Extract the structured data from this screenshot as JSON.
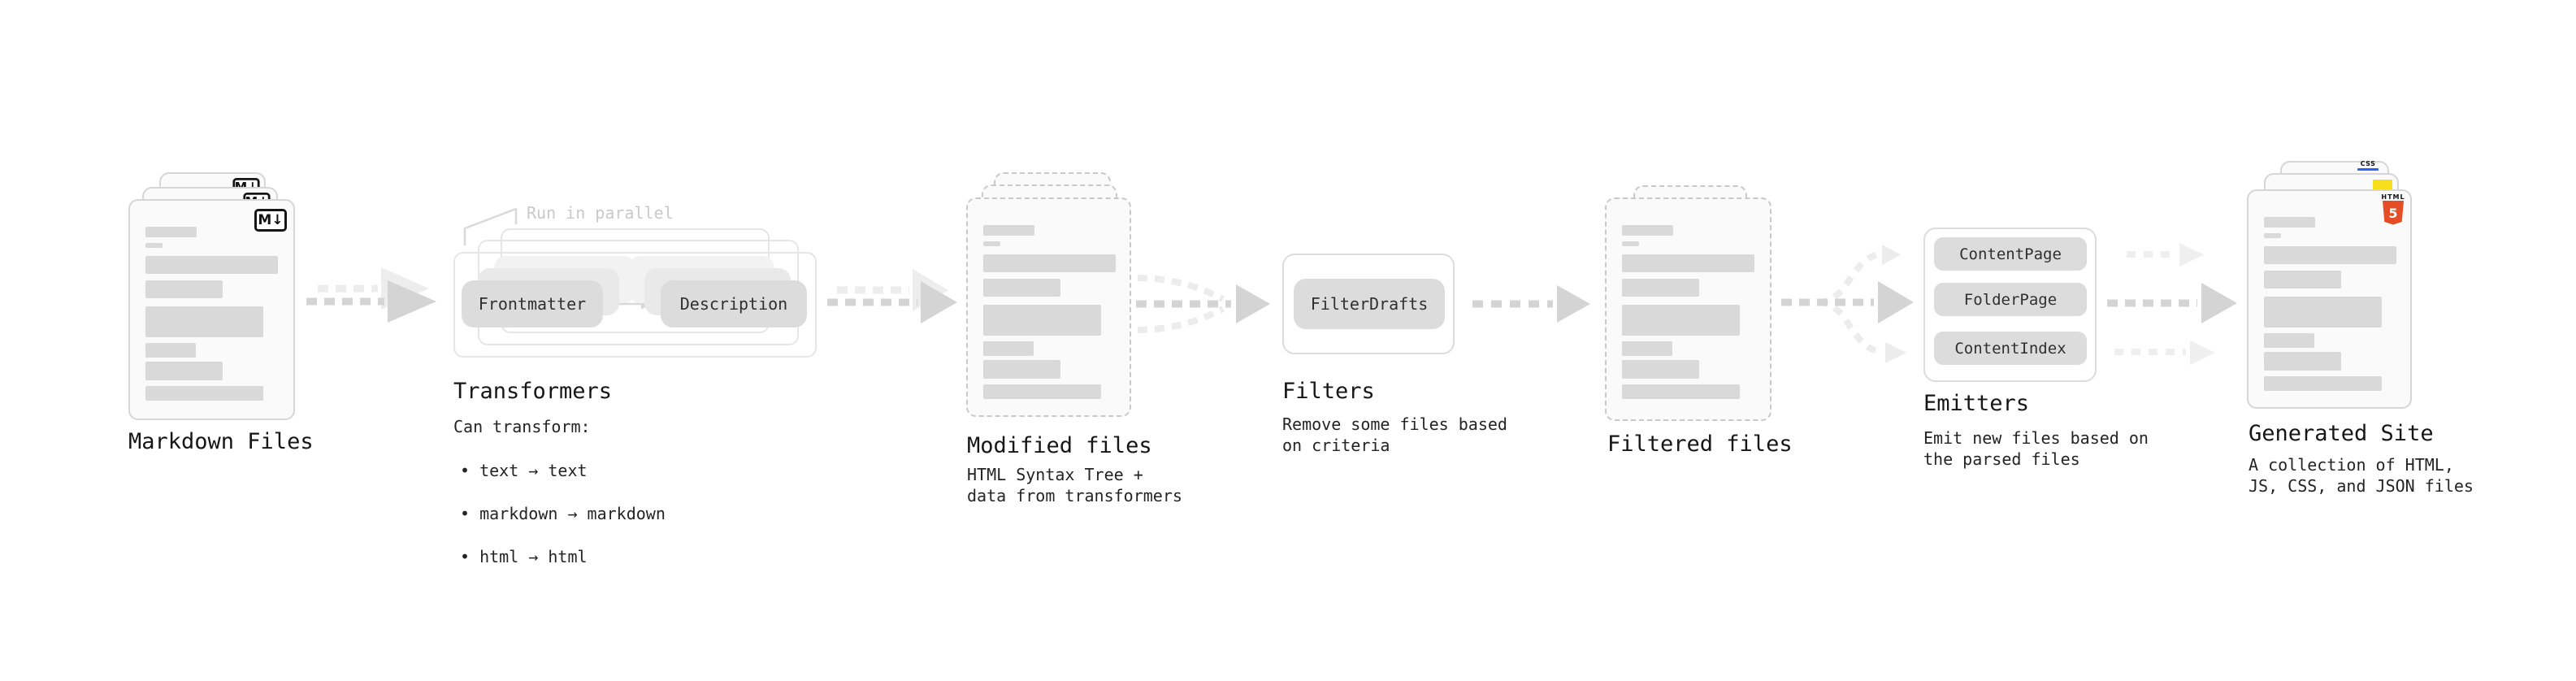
{
  "diagram": {
    "stages": {
      "markdown": {
        "title": "Markdown Files"
      },
      "transformers": {
        "title": "Transformers",
        "note": "Run in parallel",
        "pills": {
          "left": "Frontmatter",
          "right": "Description"
        },
        "desc_heading": "Can transform:",
        "bullets": [
          "• text → text",
          "• markdown → markdown",
          "• html → html"
        ]
      },
      "modified": {
        "title": "Modified files",
        "subtitle": "HTML Syntax Tree +\ndata from transformers"
      },
      "filters": {
        "title": "Filters",
        "pill": "FilterDrafts",
        "subtitle": "Remove some files based\non criteria"
      },
      "filtered": {
        "title": "Filtered files"
      },
      "emitters": {
        "title": "Emitters",
        "pills": [
          "ContentPage",
          "FolderPage",
          "ContentIndex"
        ],
        "subtitle": "Emit new files based on\nthe parsed files"
      },
      "generated": {
        "title": "Generated Site",
        "subtitle": "A collection of HTML,\nJS, CSS, and JSON files"
      }
    },
    "badges": {
      "markdown": "M↓",
      "css": "CSS",
      "html5_wordmark": "HTML",
      "html5_digit": "5"
    },
    "colors": {
      "html5_orange": "#e44d26",
      "css_blue": "#2b62f6",
      "js_yellow": "#f7df1e"
    }
  }
}
